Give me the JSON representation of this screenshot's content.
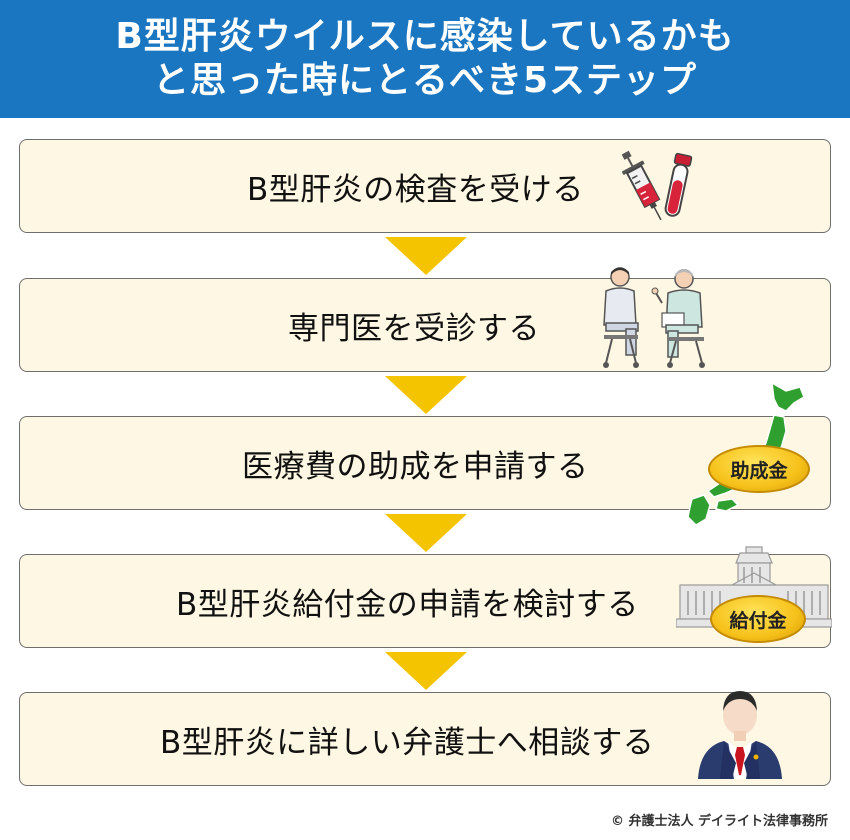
{
  "header": {
    "title_line1": "B型肝炎ウイルスに感染しているかも",
    "title_line2": "と思った時にとるべき5ステップ"
  },
  "steps": [
    {
      "label": "B型肝炎の検査を受ける",
      "icon": "syringe-and-blood-tube-icon"
    },
    {
      "label": "専門医を受診する",
      "icon": "patient-and-doctor-icon"
    },
    {
      "label": "医療費の助成を申請する",
      "icon": "japan-map-icon",
      "badge": "助成金"
    },
    {
      "label": "B型肝炎給付金の申請を検討する",
      "icon": "diet-building-icon",
      "badge": "給付金"
    },
    {
      "label": "B型肝炎に詳しい弁護士へ相談する",
      "icon": "lawyer-icon"
    }
  ],
  "credit": "© 弁護士法人 デイライト法律事務所",
  "colors": {
    "header_bg": "#1a76c1",
    "step_bg": "#fdf7e3",
    "arrow": "#f5c400",
    "map_green": "#2fa02f",
    "coin_gold": "#f6c11a"
  }
}
